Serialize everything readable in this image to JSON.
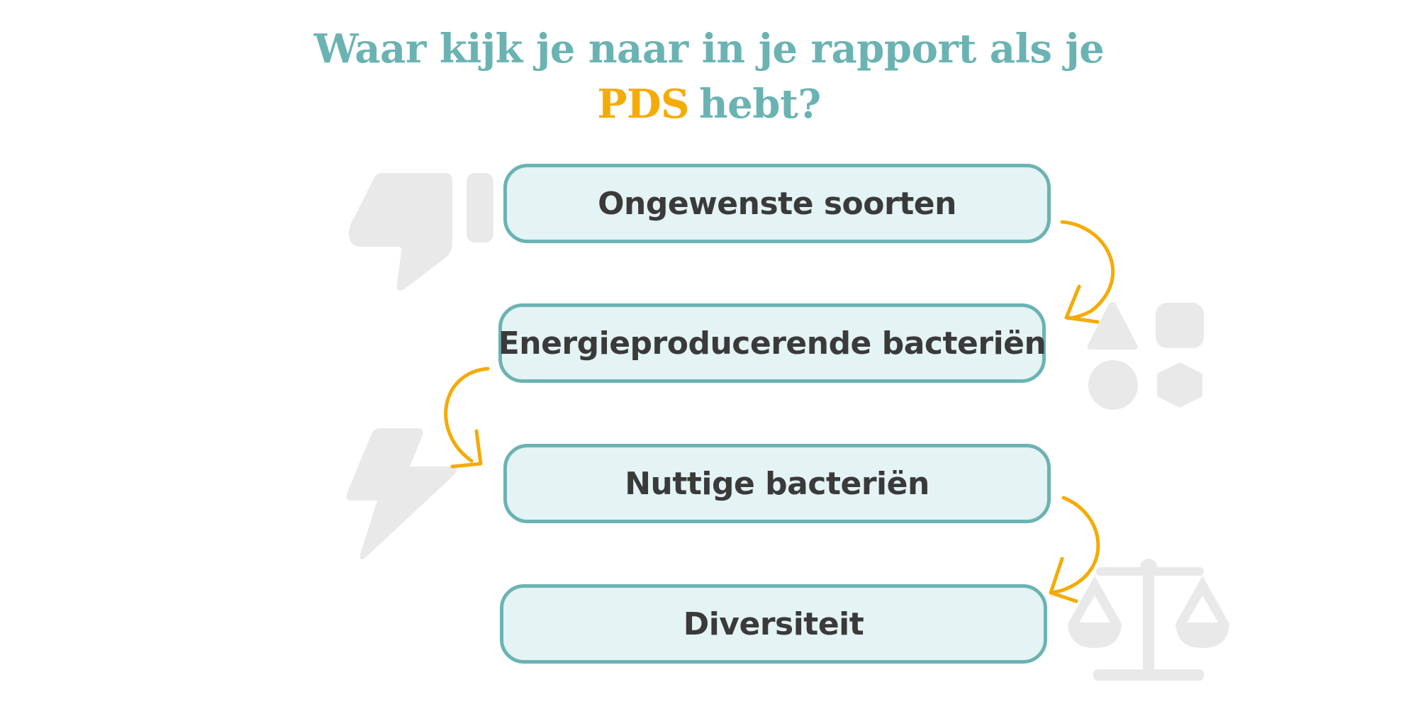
{
  "title": {
    "line1": "Waar kijk je naar in je rapport als je",
    "highlight": "PDS",
    "line2_rest": "hebt?"
  },
  "steps": [
    {
      "label": "Ongewenste soorten"
    },
    {
      "label": "Energieproducerende bacteriën"
    },
    {
      "label": "Nuttige bacteriën"
    },
    {
      "label": "Diversiteit"
    }
  ],
  "colors": {
    "title": "#6bb3b3",
    "accent": "#f5ab05",
    "box_fill": "#e4f3f3",
    "box_border": "#6bb3b3",
    "box_text": "#3a3a3a",
    "arrow": "#f5ab05",
    "icon": "#e9e9e9"
  },
  "icons": [
    "thumbs-down-icon",
    "shapes-icon",
    "lightning-icon",
    "balance-scale-icon"
  ]
}
